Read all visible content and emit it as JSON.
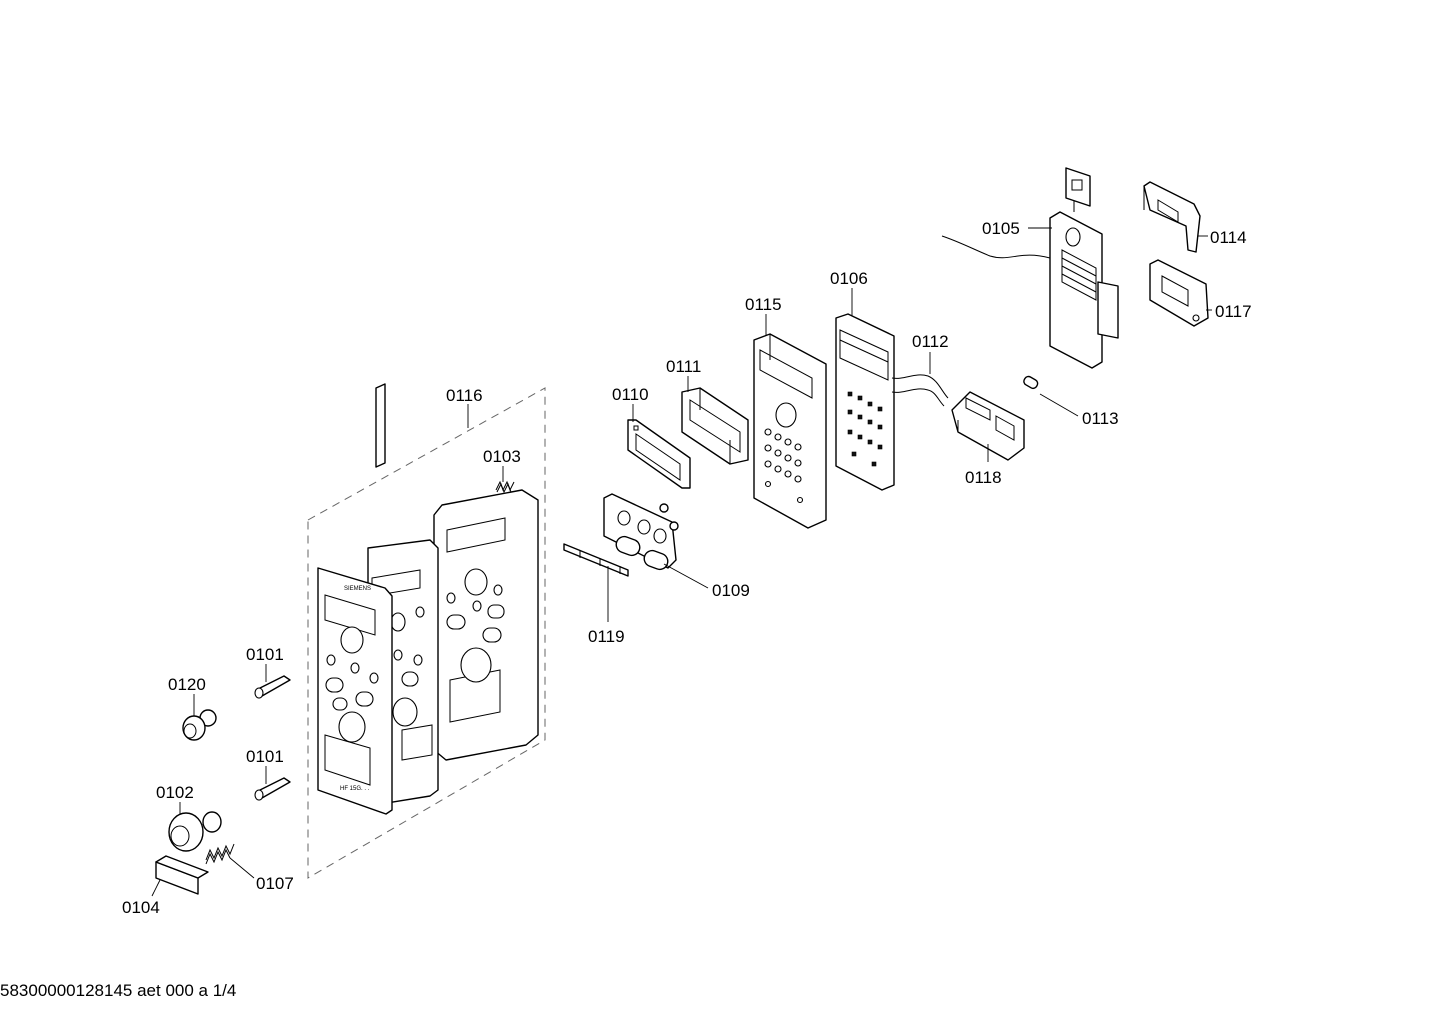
{
  "footer": {
    "text": "58300000128145 aet 000 a 1/4"
  },
  "labels": {
    "l0101a": "0101",
    "l0101b": "0101",
    "l0102": "0102",
    "l0103": "0103",
    "l0104": "0104",
    "l0105": "0105",
    "l0106": "0106",
    "l0107": "0107",
    "l0109": "0109",
    "l0110": "0110",
    "l0111": "0111",
    "l0112": "0112",
    "l0113": "0113",
    "l0114": "0114",
    "l0115": "0115",
    "l0116": "0116",
    "l0117": "0117",
    "l0118": "0118",
    "l0119": "0119",
    "l0120": "0120"
  },
  "panel_marks": {
    "brand": "SIEMENS",
    "model_code": "HF 15G. . ."
  }
}
